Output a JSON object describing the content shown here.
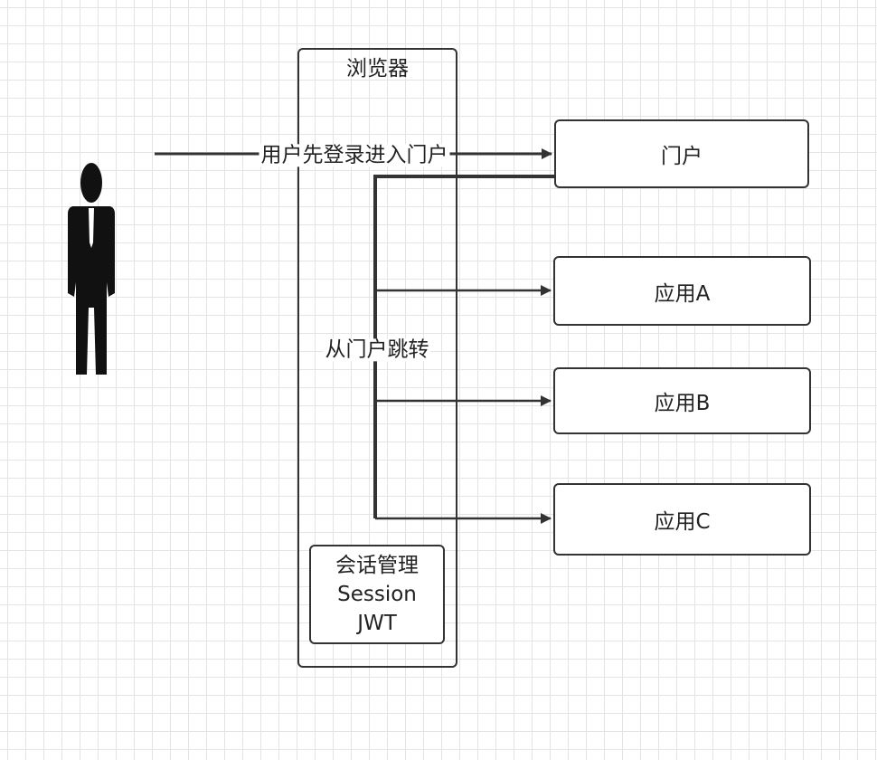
{
  "browser": {
    "title": "浏览器"
  },
  "session": {
    "line1": "会话管理",
    "line2": "Session",
    "line3": "JWT"
  },
  "edges": {
    "login": "用户先登录进入门户",
    "redirect": "从门户跳转"
  },
  "nodes": {
    "portal": "门户",
    "app_a": "应用A",
    "app_b": "应用B",
    "app_c": "应用C"
  },
  "icons": {
    "user": "person-icon"
  },
  "colors": {
    "stroke": "#333333",
    "grid": "#e4e4e4",
    "figure": "#111111"
  }
}
